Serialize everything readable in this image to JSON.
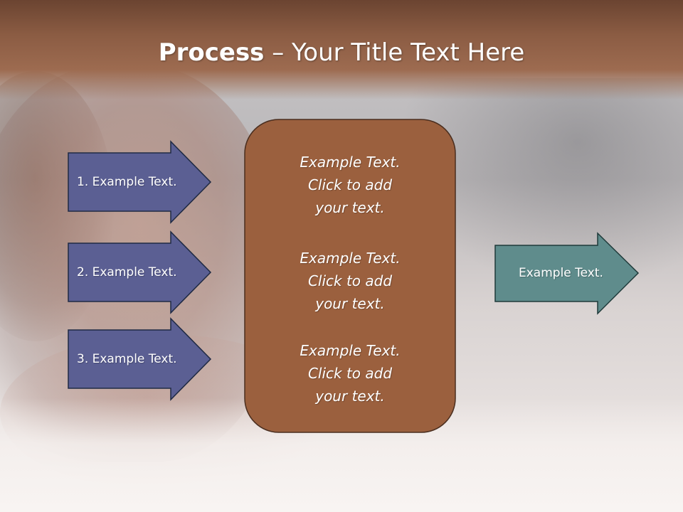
{
  "slide": {
    "title_bold": "Process",
    "title_rest": " – Your Title Text Here"
  },
  "inputs": [
    {
      "label": "1. Example Text."
    },
    {
      "label": "2. Example Text."
    },
    {
      "label": "3. Example Text."
    }
  ],
  "process_box": {
    "paragraphs": [
      {
        "line1": "Example Text.",
        "line2": "Click  to add",
        "line3": "your text."
      },
      {
        "line1": "Example Text.",
        "line2": "Click  to add",
        "line3": "your text."
      },
      {
        "line1": "Example Text.",
        "line2": "Click  to add",
        "line3": "your text."
      }
    ]
  },
  "output": {
    "label": "Example Text."
  },
  "colors": {
    "input_arrow_fill": "#5b5f93",
    "input_arrow_stroke": "#1f2a44",
    "box_fill": "#9b603e",
    "box_stroke": "#4a2e1f",
    "output_arrow_fill": "#5f8c8c",
    "output_arrow_stroke": "#1f3a3a",
    "header": "#8b5c43"
  }
}
